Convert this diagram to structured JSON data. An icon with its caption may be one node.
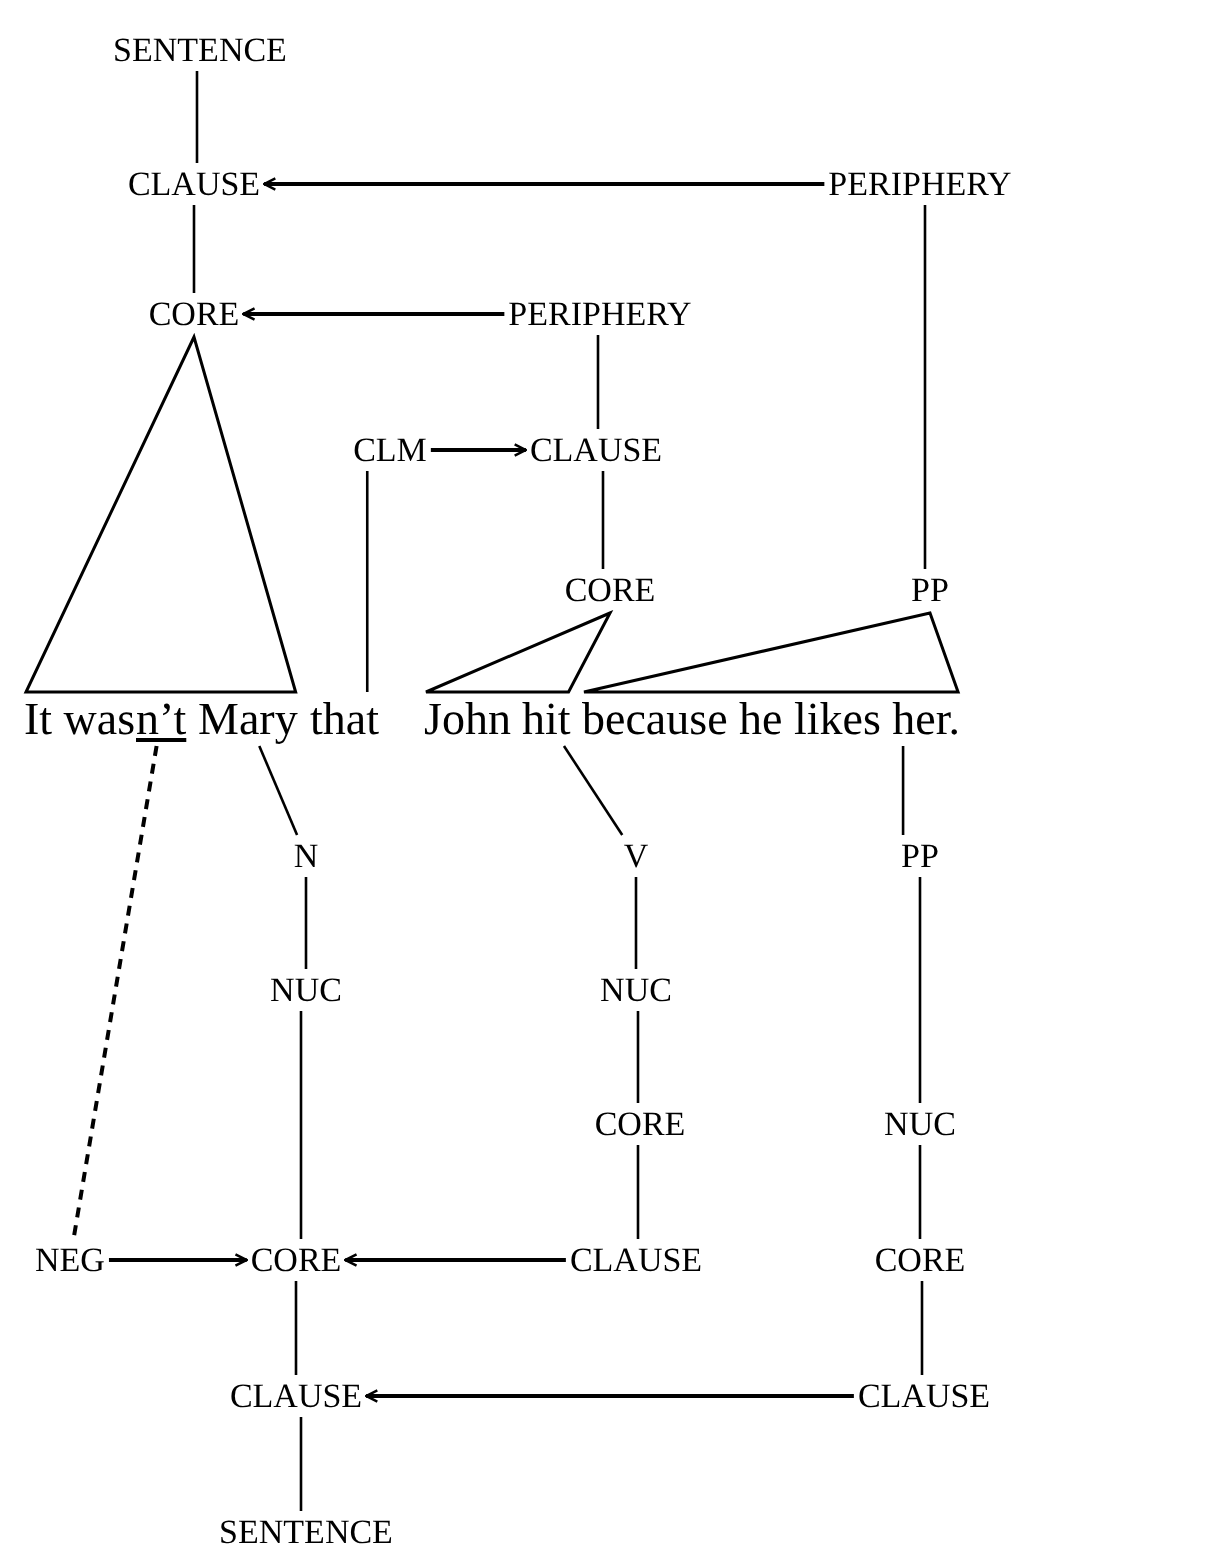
{
  "diagram": {
    "nodes": [
      {
        "text": [
          "SENTENCE"
        ]
      },
      {
        "text": [
          "CLAUSE"
        ]
      },
      {
        "text": [
          "PERIPHERY"
        ]
      },
      {
        "text": [
          "CORE"
        ]
      },
      {
        "text": [
          "PERIPHERY"
        ]
      },
      {
        "text": [
          "CLM"
        ]
      },
      {
        "text": [
          "CLAUSE"
        ]
      },
      {
        "text": [
          "CORE"
        ]
      },
      {
        "text": [
          "PP"
        ]
      },
      {
        "text": [
          "It was"
        ]
      },
      {
        "text": [
          "n’t"
        ]
      },
      {
        "text": [
          "Mary"
        ]
      },
      {
        "text": [
          "that"
        ]
      },
      {
        "text": [
          "John"
        ]
      },
      {
        "text": [
          "hit"
        ]
      },
      {
        "text": [
          "because he likes her."
        ]
      },
      {
        "text": [
          "N"
        ]
      },
      {
        "text": [
          "V"
        ]
      },
      {
        "text": [
          "PP"
        ]
      },
      {
        "text": [
          "NUC"
        ]
      },
      {
        "text": [
          "NUC"
        ]
      },
      {
        "text": [
          "CORE"
        ]
      },
      {
        "text": [
          "NUC"
        ]
      },
      {
        "text": [
          "NEG"
        ]
      },
      {
        "text": [
          "CORE"
        ]
      },
      {
        "text": [
          "CLAUSE"
        ]
      },
      {
        "text": [
          "CORE"
        ]
      },
      {
        "text": [
          "CLAUSE"
        ]
      },
      {
        "text": [
          "CLAUSE"
        ]
      },
      {
        "text": [
          "SENTENCE"
        ]
      },
      {
        "text": [],
        "shape": "triangle"
      },
      {
        "text": [],
        "shape": "triangle"
      },
      {
        "text": [],
        "shape": "triangle"
      }
    ],
    "edges": [
      {
        "from": 0,
        "to": 1,
        "arrow": "none"
      },
      {
        "from": 2,
        "to": 1,
        "arrow": "to"
      },
      {
        "from": 1,
        "to": 3,
        "arrow": "none"
      },
      {
        "from": 4,
        "to": 3,
        "arrow": "to"
      },
      {
        "from": 4,
        "to": 6,
        "arrow": "none"
      },
      {
        "from": 5,
        "to": 6,
        "arrow": "to"
      },
      {
        "from": 6,
        "to": 7,
        "arrow": "none"
      },
      {
        "from": 2,
        "to": 8,
        "arrow": "none"
      },
      {
        "from": 5,
        "to": 12,
        "arrow": "none"
      },
      {
        "from": 11,
        "to": 16,
        "arrow": "none"
      },
      {
        "from": 14,
        "to": 17,
        "arrow": "none"
      },
      {
        "from": 15,
        "to": 18,
        "arrow": "none"
      },
      {
        "from": 16,
        "to": 19,
        "arrow": "none"
      },
      {
        "from": 17,
        "to": 20,
        "arrow": "none"
      },
      {
        "from": 20,
        "to": 21,
        "arrow": "none"
      },
      {
        "from": 18,
        "to": 22,
        "arrow": "none"
      },
      {
        "from": 10,
        "to": 23,
        "arrow": "none",
        "style": "dashed"
      },
      {
        "from": 23,
        "to": 24,
        "arrow": "to"
      },
      {
        "from": 19,
        "to": 24,
        "arrow": "none"
      },
      {
        "from": 25,
        "to": 24,
        "arrow": "to"
      },
      {
        "from": 21,
        "to": 25,
        "arrow": "none"
      },
      {
        "from": 22,
        "to": 26,
        "arrow": "none"
      },
      {
        "from": 26,
        "to": 28,
        "arrow": "none"
      },
      {
        "from": 28,
        "to": 27,
        "arrow": "to"
      },
      {
        "from": 24,
        "to": 27,
        "arrow": "none"
      },
      {
        "from": 27,
        "to": 29,
        "arrow": "none"
      }
    ]
  }
}
